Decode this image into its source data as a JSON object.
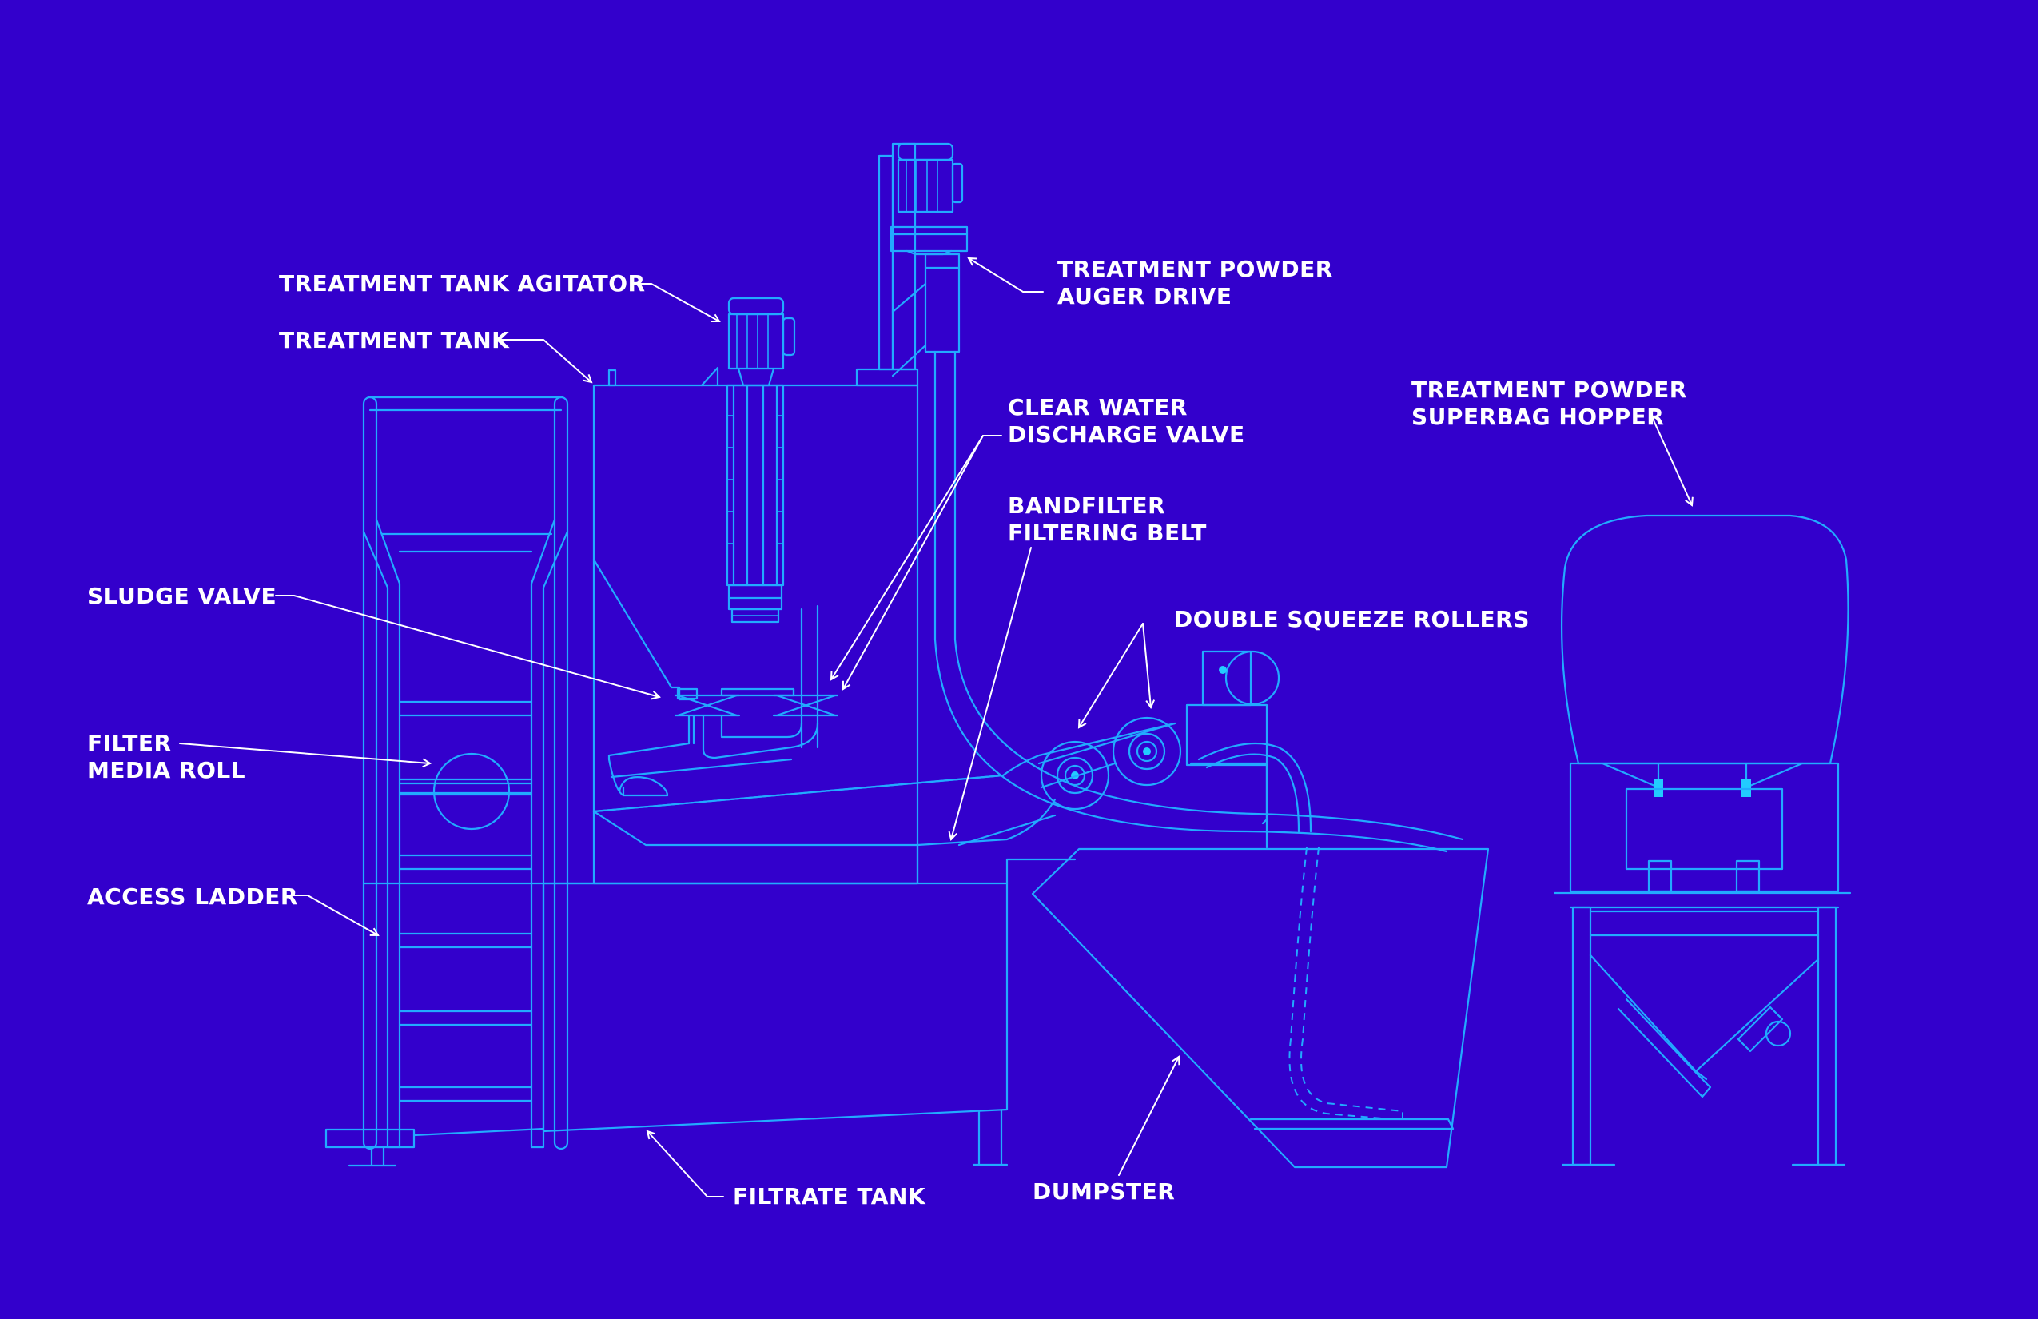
{
  "colors": {
    "background": "#3300cc",
    "line": "#22aaff",
    "accent": "#22ccff",
    "label": "#ffffff"
  },
  "labels": {
    "treatment_tank_agitator": "TREATMENT TANK AGITATOR",
    "treatment_tank": "TREATMENT TANK",
    "treatment_powder_auger_drive": [
      "TREATMENT POWDER",
      "AUGER DRIVE"
    ],
    "clear_water_discharge_valve": [
      "CLEAR WATER",
      "DISCHARGE VALVE"
    ],
    "bandfilter_filtering_belt": [
      "BANDFILTER",
      "FILTERING BELT"
    ],
    "double_squeeze_rollers": "DOUBLE SQUEEZE ROLLERS",
    "treatment_powder_superbag_hopper": [
      "TREATMENT POWDER",
      "SUPERBAG HOPPER"
    ],
    "sludge_valve": "SLUDGE VALVE",
    "filter_media_roll": [
      "FILTER",
      "MEDIA ROLL"
    ],
    "access_ladder": "ACCESS LADDER",
    "filtrate_tank": "FILTRATE TANK",
    "dumpster": "DUMPSTER"
  }
}
